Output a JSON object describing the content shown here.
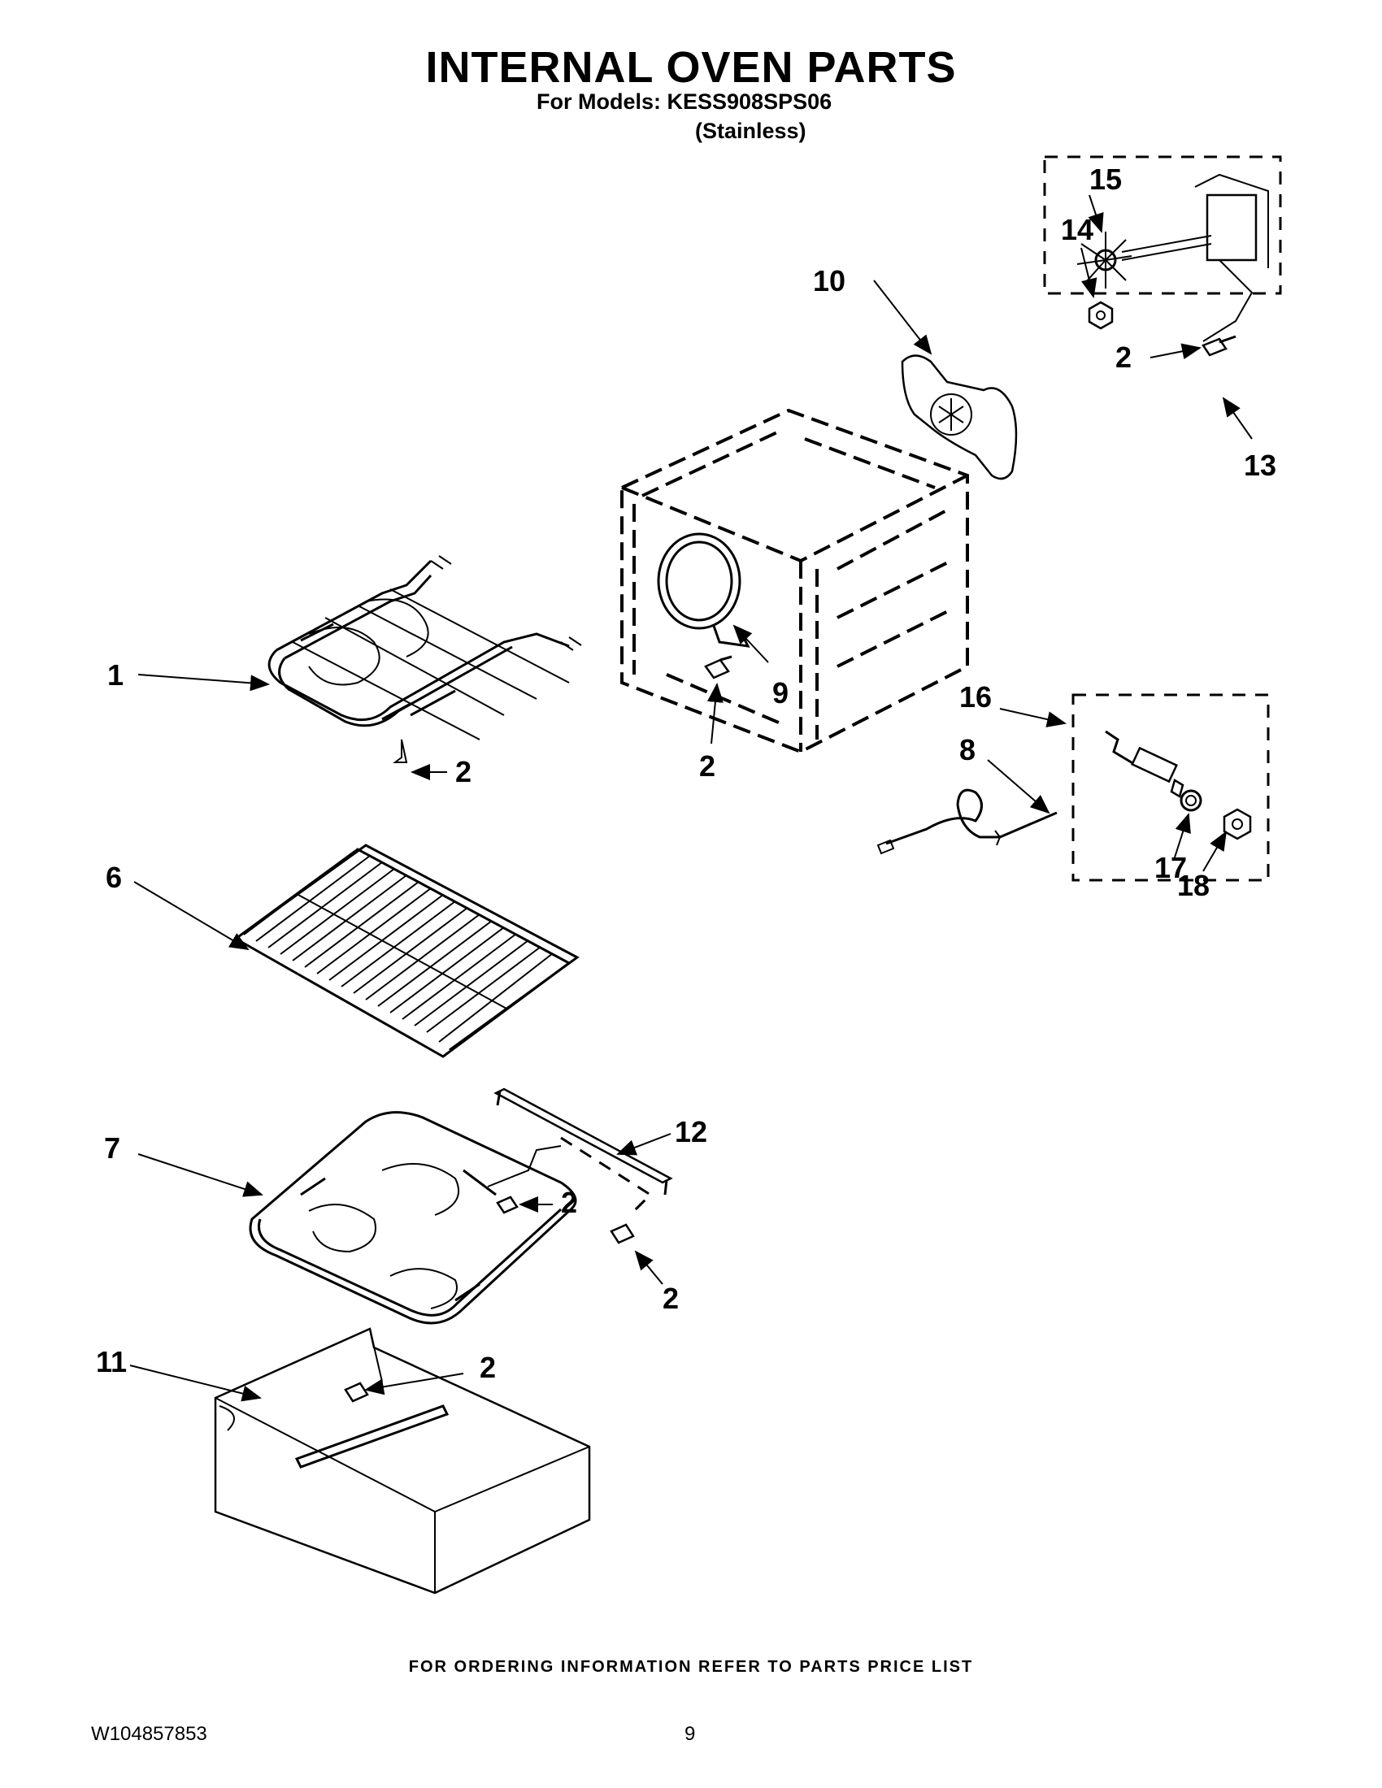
{
  "header": {
    "title": "INTERNAL OVEN PARTS",
    "models_line": "For Models: KESS908SPS06",
    "finish_line": "(Stainless)"
  },
  "callouts": {
    "c1": "1",
    "c2": "2",
    "c6": "6",
    "c7": "7",
    "c8": "8",
    "c9": "9",
    "c10": "10",
    "c11": "11",
    "c12": "12",
    "c13": "13",
    "c14": "14",
    "c15": "15",
    "c16": "16",
    "c17": "17",
    "c18": "18"
  },
  "footer": {
    "note": "FOR ORDERING INFORMATION REFER TO PARTS PRICE LIST",
    "doc_id": "W104857853",
    "page": "9"
  }
}
